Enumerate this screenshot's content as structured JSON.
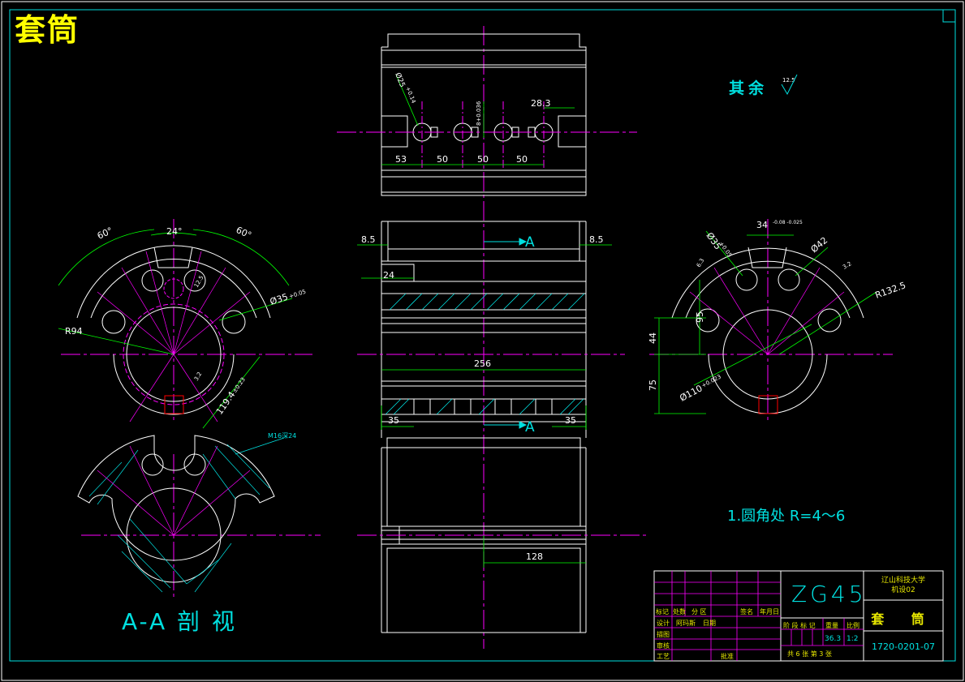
{
  "title": "套筒",
  "notes": {
    "rest_roughness_label": "其余",
    "rest_roughness_value": "12.5",
    "fillet_note": "1.圆角处 R=4～6",
    "section_label": "A-A 剖 视",
    "section_marker": "A"
  },
  "dims": {
    "hole_dia": "Ø25",
    "hole_tol": "+0.14",
    "slot_tol": "8+0.036",
    "d283": "28.3",
    "d53": "53",
    "d50a": "50",
    "d50b": "50",
    "d50c": "50",
    "d85a": "8.5",
    "d85b": "8.5",
    "d24": "24",
    "d256": "256",
    "d35a": "35",
    "d35b": "35",
    "d128": "128",
    "ang60a": "60°",
    "ang24": "24°",
    "ang60b": "60°",
    "r94": "R94",
    "d35l": "Ø35",
    "d35l_tol": "+0.05",
    "d1194": "119.4",
    "d1194_tol": "±0.23",
    "m16": "M16深24",
    "d34": "34",
    "d34_tol": "-0.08 -0.025",
    "d35r": "Ø35",
    "d35r_tol": "+0.05",
    "d42": "Ø42",
    "r1325": "R132.5",
    "d95": "95",
    "d44": "44",
    "d75": "75",
    "d110": "Ø110",
    "d110_tol": "+0.023",
    "rough_left": "12.5",
    "rough_center": "3.2",
    "rough_right_a": "6.3",
    "rough_right_b": "3.2"
  },
  "title_block": {
    "material": "ZG45",
    "school_line1": "辽山科技大学",
    "school_line2": "机设02",
    "part_name": "套 筒",
    "drawing_no": "1720-0201-07",
    "h_mark": "标记",
    "h_qty": "处数",
    "h_zone": "分 区",
    "h_sign": "签名",
    "h_date": "年月日",
    "h_design": "设计",
    "h_designer": "阿玛斯",
    "h_std": "日期",
    "h_drafting": "描图",
    "h_check": "审核",
    "h_process": "工艺",
    "h_approve": "批准",
    "h_stage": "阶 段 标 记",
    "h_weight": "重量",
    "h_scale": "比例",
    "weight": "36.3",
    "scale": "1:2",
    "sheets": "共 6 张  第 3 张"
  }
}
